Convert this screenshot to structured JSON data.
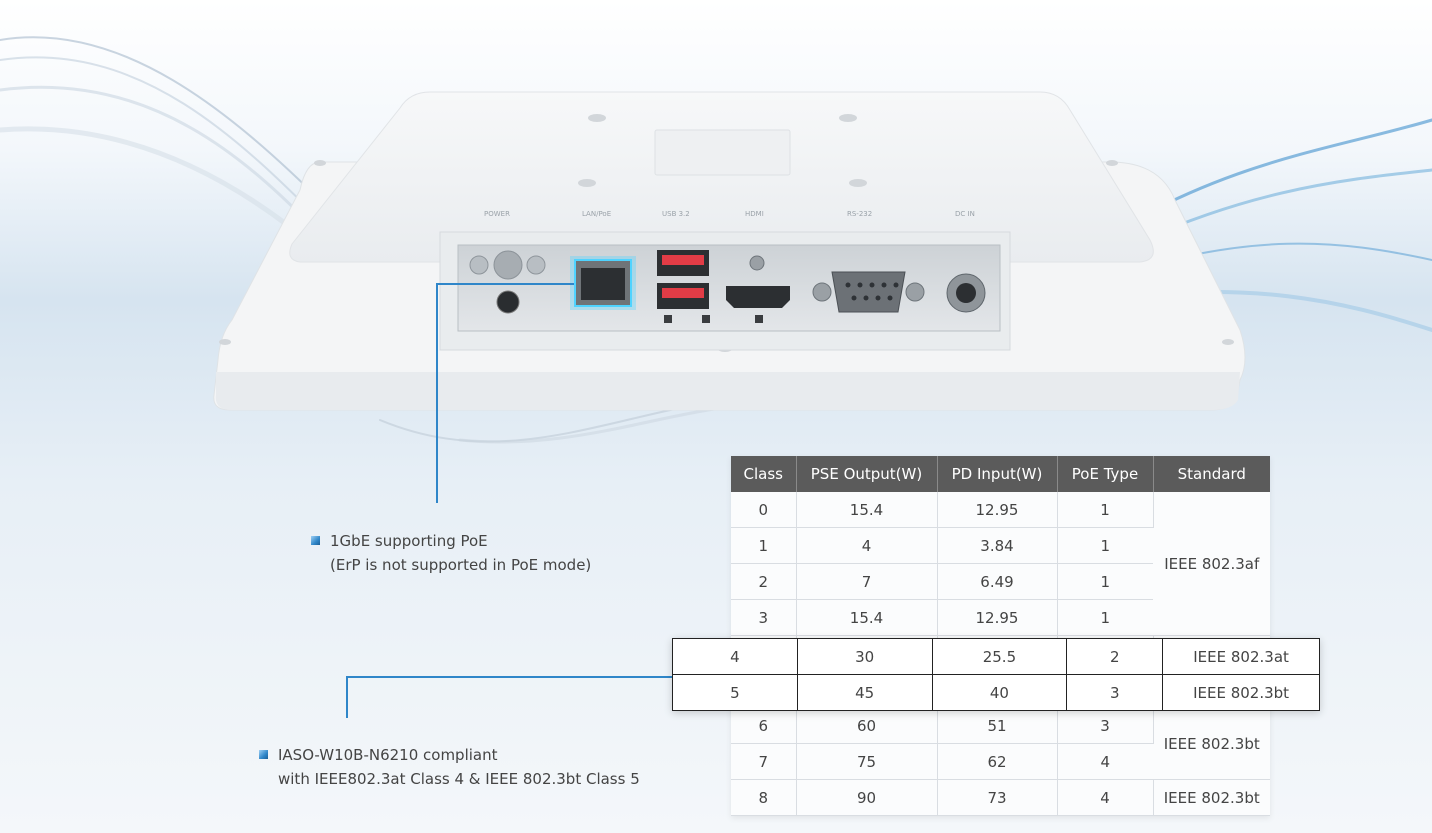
{
  "product": {
    "port_labels": [
      "POWER",
      "LAN/PoE",
      "USB 3.2",
      "HDMI",
      "RS-232",
      "DC IN"
    ]
  },
  "notes": [
    {
      "line1": "1GbE supporting PoE",
      "line2": "(ErP is not supported in PoE mode)"
    },
    {
      "line1": "IASO-W10B-N6210 compliant",
      "line2": "with IEEE802.3at Class 4 & IEEE 802.3bt Class 5"
    }
  ],
  "table": {
    "headers": [
      "Class",
      "PSE Output(W)",
      "PD Input(W)",
      "PoE Type",
      "Standard"
    ],
    "rows": [
      [
        "0",
        "15.4",
        "12.95",
        "1"
      ],
      [
        "1",
        "4",
        "3.84",
        "1"
      ],
      [
        "2",
        "7",
        "6.49",
        "1"
      ],
      [
        "3",
        "15.4",
        "12.95",
        "1"
      ],
      [
        "6",
        "60",
        "51",
        "3"
      ],
      [
        "7",
        "75",
        "62",
        "4"
      ],
      [
        "8",
        "90",
        "73",
        "4"
      ]
    ],
    "standard_af": "IEEE 802.3af",
    "standard_bt_group": "IEEE 802.3bt",
    "standard_bt_single": "IEEE 802.3bt"
  },
  "highlight_rows": [
    [
      "4",
      "30",
      "25.5",
      "2",
      "IEEE 802.3at"
    ],
    [
      "5",
      "45",
      "40",
      "3",
      "IEEE 802.3bt"
    ]
  ],
  "colors": {
    "accent": "#2f86c9",
    "header_bg": "#5b5b5b",
    "highlight_glow": "#4fd3ff"
  }
}
